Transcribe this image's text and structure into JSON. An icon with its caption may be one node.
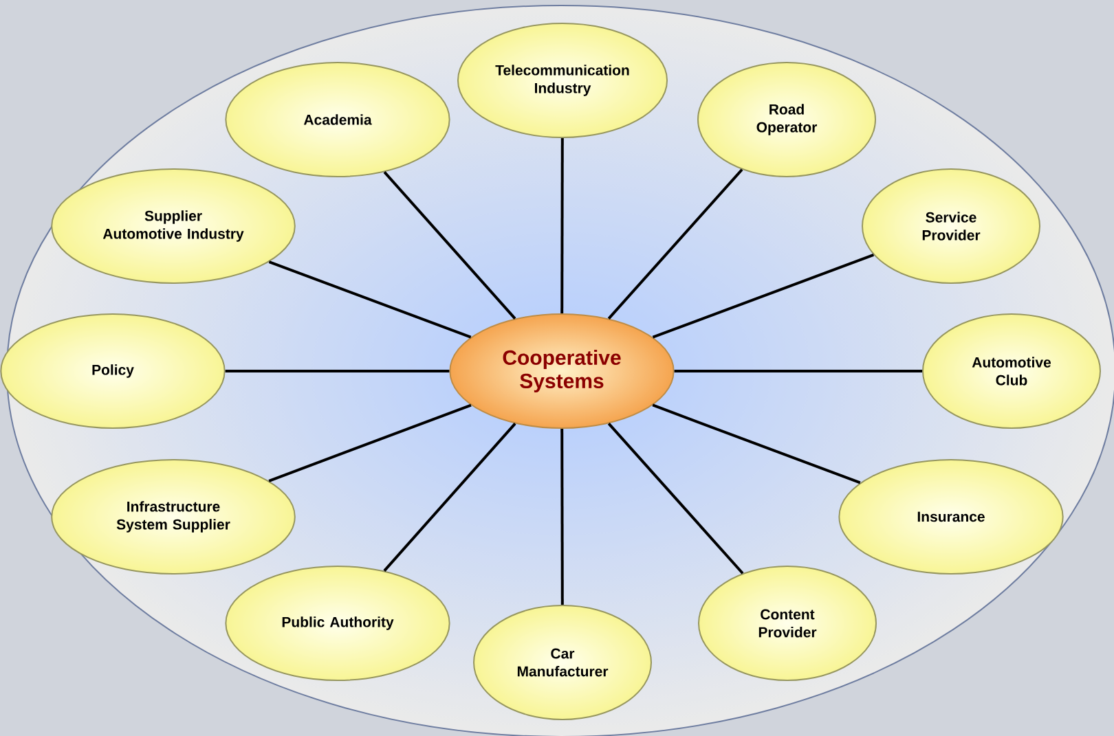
{
  "diagram": {
    "nodes": [
      {
        "text": [
          "Cooperative Systems"
        ]
      },
      {
        "text": [
          "Telecommunication Industry"
        ]
      },
      {
        "text": [
          "Road Operator"
        ]
      },
      {
        "text": [
          "Service Provider"
        ]
      },
      {
        "text": [
          "Automotive Club"
        ]
      },
      {
        "text": [
          "Insurance"
        ]
      },
      {
        "text": [
          "Content Provider"
        ]
      },
      {
        "text": [
          "Car Manufacturer"
        ]
      },
      {
        "text": [
          "Public Authority"
        ]
      },
      {
        "text": [
          "Infrastructure System Supplier"
        ]
      },
      {
        "text": [
          "Policy"
        ]
      },
      {
        "text": [
          "Supplier Automotive Industry"
        ]
      },
      {
        "text": [
          "Academia"
        ]
      }
    ],
    "edges": [
      {
        "from": 0,
        "to": 1,
        "arrow": "none"
      },
      {
        "from": 0,
        "to": 2,
        "arrow": "none"
      },
      {
        "from": 0,
        "to": 3,
        "arrow": "none"
      },
      {
        "from": 0,
        "to": 4,
        "arrow": "none"
      },
      {
        "from": 0,
        "to": 5,
        "arrow": "none"
      },
      {
        "from": 0,
        "to": 6,
        "arrow": "none"
      },
      {
        "from": 0,
        "to": 7,
        "arrow": "none"
      },
      {
        "from": 0,
        "to": 8,
        "arrow": "none"
      },
      {
        "from": 0,
        "to": 9,
        "arrow": "none"
      },
      {
        "from": 0,
        "to": 10,
        "arrow": "none"
      },
      {
        "from": 0,
        "to": 11,
        "arrow": "none"
      },
      {
        "from": 0,
        "to": 12,
        "arrow": "none"
      }
    ]
  }
}
